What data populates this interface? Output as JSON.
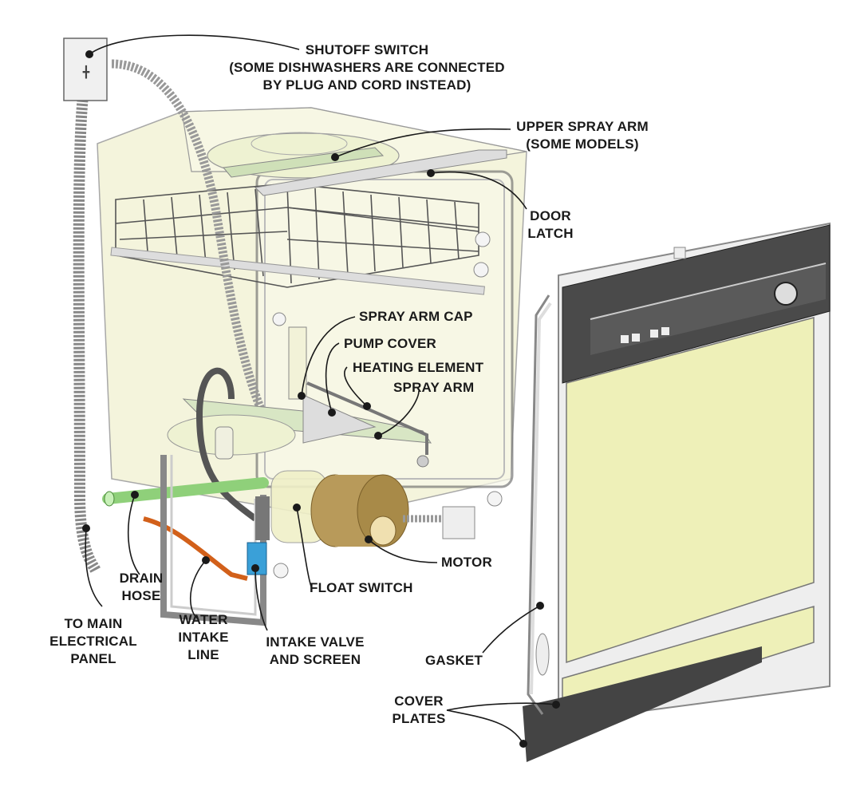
{
  "colors": {
    "cabinet_fill": "#f3f3d6",
    "door_panel_fill": "#eef0b8",
    "control_panel": "#4a4a4a",
    "drain_hose": "#8fd07a",
    "water_line": "#d2601a",
    "intake_valve": "#3aa0d8",
    "motor": "#b89a5a",
    "leader_line": "#1a1a1a"
  },
  "labels": {
    "shutoff_switch": "SHUTOFF SWITCH\n(SOME DISHWASHERS ARE CONNECTED\nBY PLUG AND CORD INSTEAD)",
    "upper_spray_arm": "UPPER SPRAY ARM\n(SOME MODELS)",
    "door_latch": "DOOR\nLATCH",
    "spray_arm_cap": "SPRAY ARM CAP",
    "pump_cover": "PUMP COVER",
    "heating_element": "HEATING ELEMENT",
    "spray_arm": "SPRAY ARM",
    "motor": "MOTOR",
    "float_switch": "FLOAT SWITCH",
    "drain_hose": "DRAIN\nHOSE",
    "to_main_panel": "TO MAIN\nELECTRICAL\nPANEL",
    "water_intake_line": "WATER\nINTAKE\nLINE",
    "intake_valve": "INTAKE VALVE\nAND SCREEN",
    "gasket": "GASKET",
    "cover_plates": "COVER\nPLATES"
  }
}
